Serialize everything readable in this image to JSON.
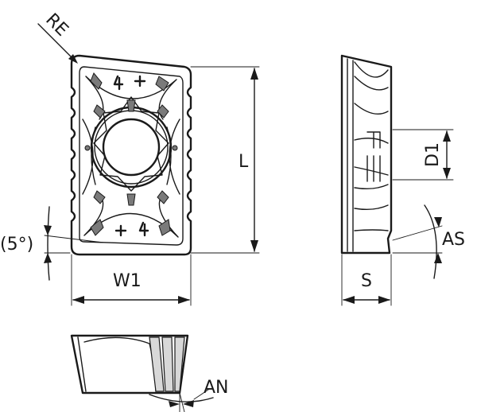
{
  "labels": {
    "re": "RE",
    "l": "L",
    "w1": "W1",
    "angle5": "(5°)",
    "d1": "D1",
    "s": "S",
    "as": "AS",
    "an": "AN"
  }
}
